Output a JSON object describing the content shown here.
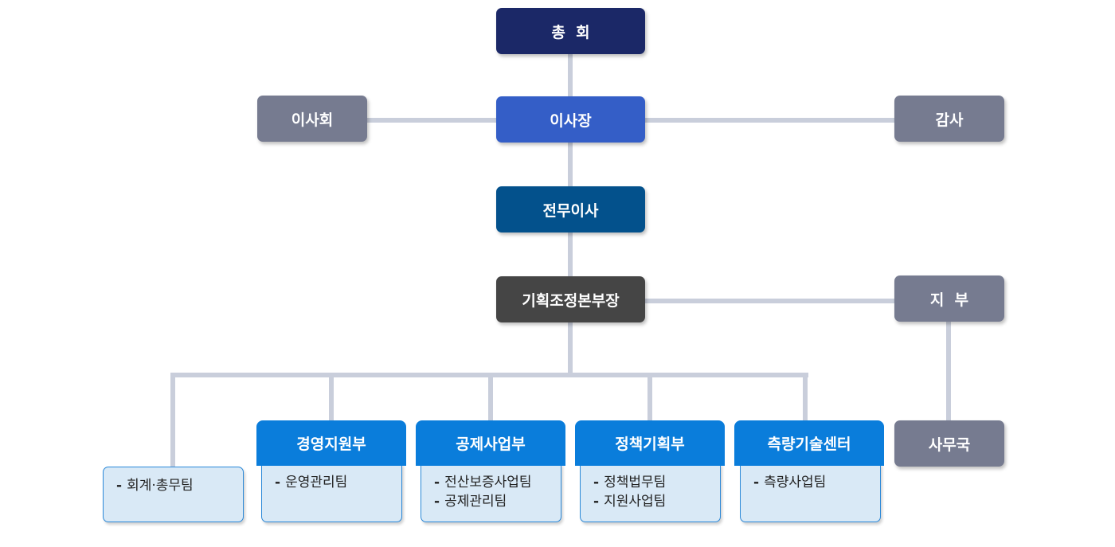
{
  "colors": {
    "connector": "#c9cedb",
    "general_assembly": "#1b2867",
    "chairman": "#345ec7",
    "executive_director": "#03518c",
    "planning_head": "#454545",
    "side_gray": "#767b90",
    "department": "#0a7ddb",
    "team_fill": "#d9e9f6",
    "team_border": "#2a88d8"
  },
  "nodes": {
    "general_assembly": "총  회",
    "board": "이사회",
    "chairman": "이사장",
    "auditor": "감사",
    "executive_director": "전무이사",
    "planning_head": "기획조정본부장",
    "branch": "지  부",
    "secretariat": "사무국"
  },
  "departments": [
    {
      "name": "경영지원부",
      "teams": [
        "운영관리팀"
      ]
    },
    {
      "name": "공제사업부",
      "teams": [
        "전산보증사업팀",
        "공제관리팀"
      ]
    },
    {
      "name": "정책기획부",
      "teams": [
        "정책법무팀",
        "지원사업팀"
      ]
    },
    {
      "name": "측량기술센터",
      "teams": [
        "측량사업팀"
      ]
    }
  ],
  "direct_teams": [
    "회계·총무팀"
  ],
  "bullet": "-"
}
